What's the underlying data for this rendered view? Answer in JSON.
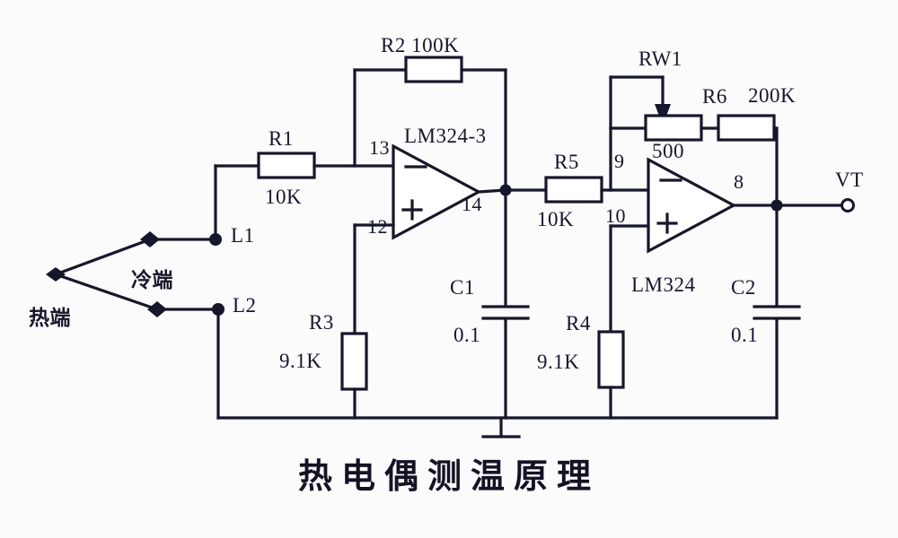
{
  "diagram": {
    "caption": "热电偶测温原理",
    "background_color": "#fbfbfc",
    "ink_color": "#17172b"
  },
  "thermocouple": {
    "hot_junction_label": "热端",
    "cold_junction_label": "冷端",
    "terminal_1_label": "L1",
    "terminal_2_label": "L2"
  },
  "components": [
    {
      "ref": "R1",
      "value": "10K",
      "type": "resistor"
    },
    {
      "ref": "R2",
      "value": "100K",
      "type": "resistor"
    },
    {
      "ref": "R3",
      "value": "9.1K",
      "type": "resistor"
    },
    {
      "ref": "R4",
      "value": "9.1K",
      "type": "resistor"
    },
    {
      "ref": "R5",
      "value": "10K",
      "type": "resistor"
    },
    {
      "ref": "R6",
      "value": "200K",
      "type": "resistor"
    },
    {
      "ref": "RW1",
      "value": "500",
      "type": "potentiometer"
    },
    {
      "ref": "C1",
      "value": "0.1",
      "type": "capacitor"
    },
    {
      "ref": "C2",
      "value": "0.1",
      "type": "capacitor"
    }
  ],
  "opamp1": {
    "name": "LM324-3",
    "pin_inverting": "13",
    "pin_noninverting": "12",
    "pin_output": "14",
    "minus_symbol": "−",
    "plus_symbol": "+"
  },
  "opamp2": {
    "name": "LM324",
    "pin_inverting": "9",
    "pin_noninverting": "10",
    "pin_output": "8",
    "minus_symbol": "−",
    "plus_symbol": "+"
  },
  "output": {
    "terminal_label": "VT"
  },
  "labels": {
    "r1_ref": "R1",
    "r1_val": "10K",
    "r2_refval": "R2  100K",
    "r3_ref": "R3",
    "r3_val": "9.1K",
    "r4_ref": "R4",
    "r4_val": "9.1K",
    "r5_ref": "R5",
    "r5_val": "10K",
    "r6_ref": "R6",
    "r6_val": "200K",
    "rw1_ref": "RW1",
    "rw1_val": "500",
    "c1_ref": "C1",
    "c1_val": "0.1",
    "c2_ref": "C2",
    "c2_val": "0.1"
  }
}
